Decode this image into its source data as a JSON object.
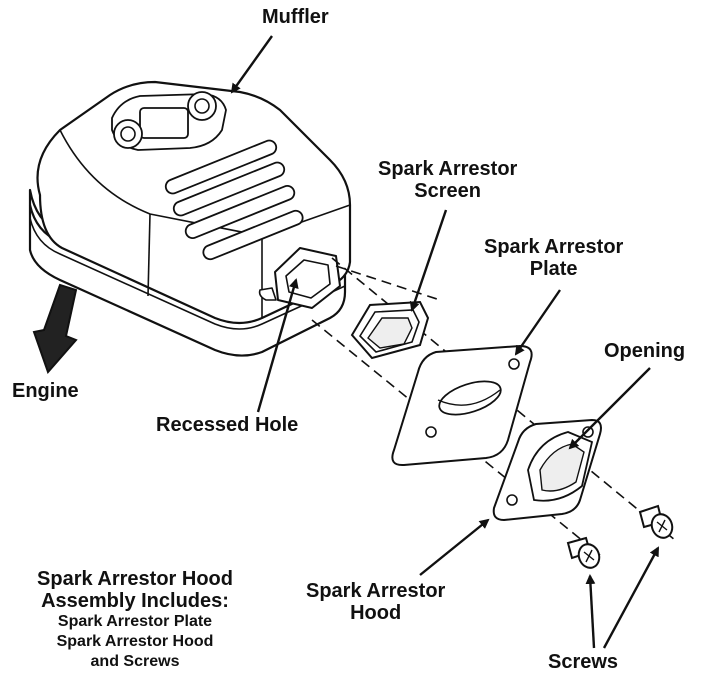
{
  "labels": {
    "muffler": "Muffler",
    "spark_arrestor_screen_1": "Spark Arrestor",
    "spark_arrestor_screen_2": "Screen",
    "spark_arrestor_plate_1": "Spark Arrestor",
    "spark_arrestor_plate_2": "Plate",
    "opening": "Opening",
    "engine": "Engine",
    "recessed_hole": "Recessed Hole",
    "spark_arrestor_hood_1": "Spark Arrestor",
    "spark_arrestor_hood_2": "Hood",
    "screws": "Screws"
  },
  "assembly_note": {
    "heading_1": "Spark Arrestor Hood",
    "heading_2": "Assembly Includes:",
    "items": [
      "Spark Arrestor Plate",
      "Spark Arrestor Hood",
      "and Screws"
    ]
  }
}
